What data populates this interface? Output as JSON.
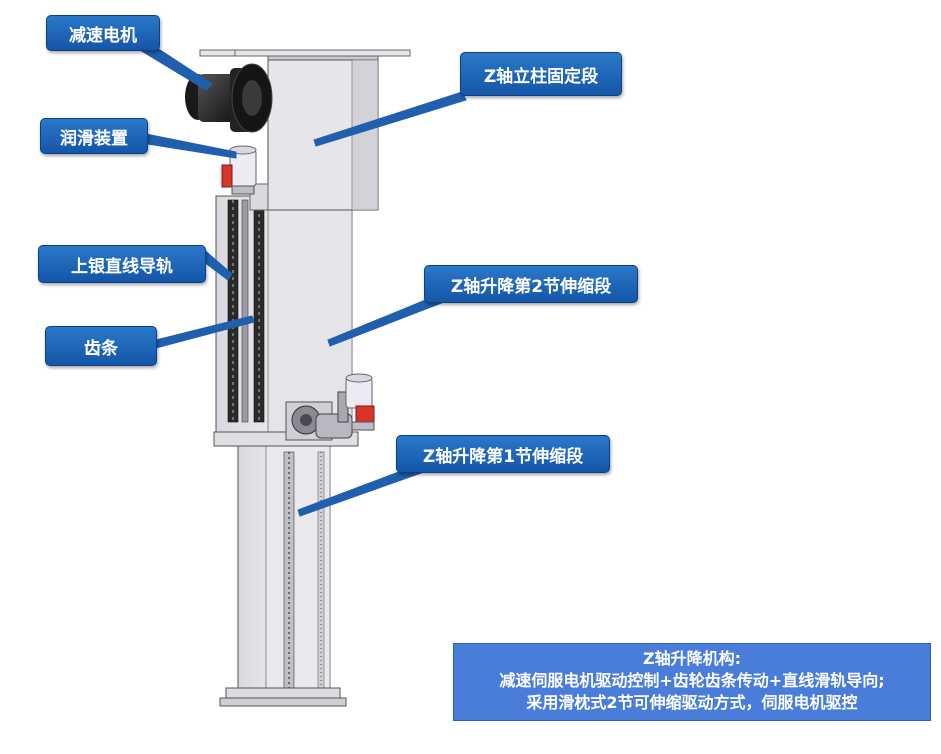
{
  "labels": {
    "reducer_motor": "减速电机",
    "lubrication_device": "润滑装置",
    "linear_guide": "上银直线导轨",
    "rack": "齿条",
    "fixed_column": "Z轴立柱固定段",
    "stage2": "Z轴升降第2节伸缩段",
    "stage1": "Z轴升降第1节伸缩段"
  },
  "summary": {
    "title": "Z轴升降机构:",
    "line1": "减速伺服电机驱动控制+齿轮齿条传动+直线滑轨导向;",
    "line2": "采用滑枕式2节可伸缩驱动方式，伺服电机驱控"
  },
  "colors": {
    "callout_fill": "#1f67b8",
    "summary_fill": "#4a7cd9",
    "leader_line": "#1f5fae",
    "column_fill": "#e2e2e6"
  }
}
